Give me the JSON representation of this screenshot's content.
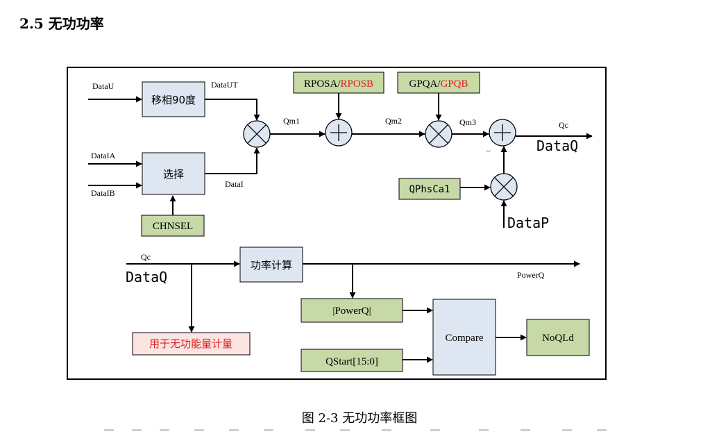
{
  "heading": "2.5 无功功率",
  "caption": "图 2-3 无功功率框图",
  "labels": {
    "data_u": "DataU",
    "data_ut": "DataUT",
    "data_ia": "DataIA",
    "data_ib": "DataIB",
    "data_i": "DataI",
    "qm1": "Qm1",
    "qm2": "Qm2",
    "qm3": "Qm3",
    "qc_top": "Qc",
    "data_q_top": "DataQ",
    "minus": "−",
    "data_p": "DataP",
    "qc_bottom": "Qc",
    "data_q_bottom": "DataQ",
    "power_q": "PowerQ"
  },
  "blocks": {
    "phase_shift": "移相90度",
    "select": "选择",
    "chnsel": "CHNSEL",
    "rposa": "RPOSA/",
    "rposb": "RPOSB",
    "gpqa": "GPQA/",
    "gpqb": "GPQB",
    "qphscal": "QPhsCa1",
    "power_calc": "功率计算",
    "abs_powerq": "|PowerQ|",
    "qstart": "QStart[15:0]",
    "compare": "Compare",
    "noqld": "NoQLd",
    "energy_use": "用于无功能量计量"
  },
  "colors": {
    "block_fill": "#dde6f1",
    "register_fill": "#c6d9a6",
    "note_fill": "#fbe4e1",
    "red_text": "#e02020"
  }
}
